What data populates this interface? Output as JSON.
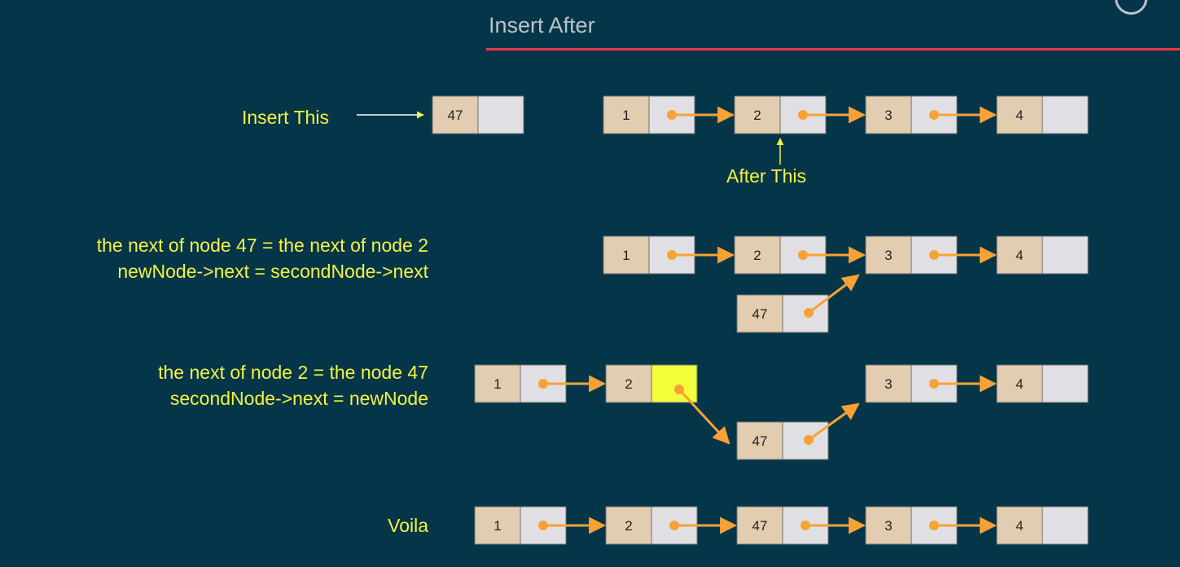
{
  "title": "Insert After",
  "labels": {
    "insert_this": "Insert This",
    "after_this": "After This",
    "step1_line1": "the next of node 47 = the next of node 2",
    "step1_line2": "newNode->next = secondNode->next",
    "step2_line1": "the next of node 2 = the node 47",
    "step2_line2": "secondNode->next = newNode",
    "voila": "Voila"
  },
  "rows": [
    {
      "id": "initial",
      "nodes": [
        "1",
        "2",
        "3",
        "4"
      ],
      "separate_node": "47"
    },
    {
      "id": "step1",
      "nodes": [
        "1",
        "2",
        "3",
        "4"
      ],
      "new_node": "47",
      "new_node_next": "3"
    },
    {
      "id": "step2",
      "nodes": [
        "1",
        "2",
        "3",
        "4"
      ],
      "new_node": "47",
      "highlight_pointer_of": "2",
      "highlight_color": "#f2ff3a"
    },
    {
      "id": "final",
      "nodes": [
        "1",
        "2",
        "47",
        "3",
        "4"
      ]
    }
  ],
  "colors": {
    "background": "#053548",
    "data_cell": "#e3cdb0",
    "pointer_cell": "#e0e0e4",
    "arrow": "#f8a236",
    "label": "#f2f53e",
    "title_rule": "#e63946",
    "title_text": "#b9c3cb"
  }
}
